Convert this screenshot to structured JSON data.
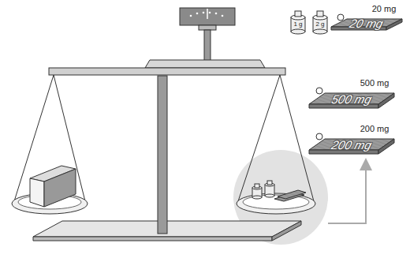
{
  "diagram": {
    "labels": [
      "1 g",
      "2 g",
      "20 mg",
      "20 mg",
      "500 mg",
      "500 mg",
      "200 mg",
      "200 mg"
    ]
  }
}
